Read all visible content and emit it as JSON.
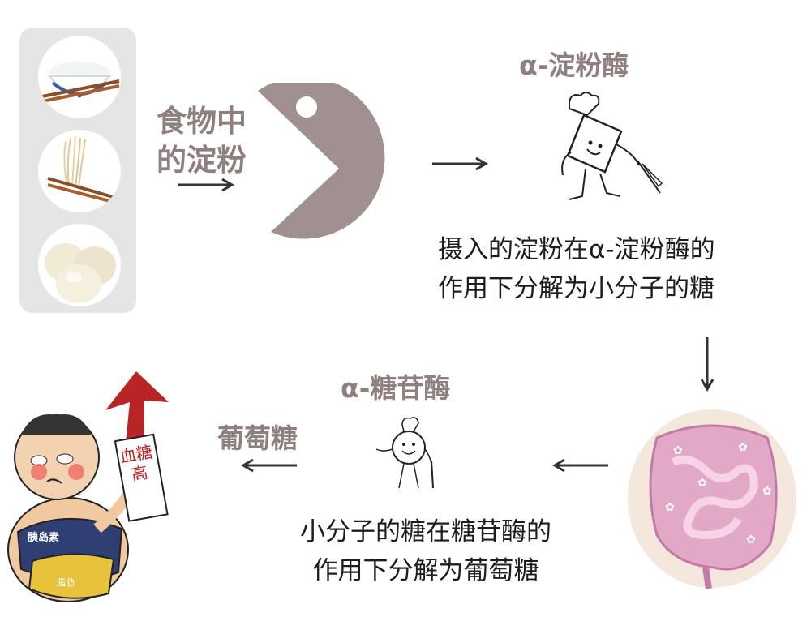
{
  "food": {
    "items": [
      "rice-bowl",
      "noodles",
      "steamed-buns"
    ],
    "label_line1": "食物中",
    "label_line2": "的淀粉"
  },
  "enzyme1": {
    "name": "α-淀粉酶",
    "desc_line1": "摄入的淀粉在α-淀粉酶的",
    "desc_line2": "作用下分解为小分子的糖"
  },
  "enzyme2": {
    "name": "α-糖苷酶",
    "desc_line1": "小分子的糖在糖苷酶的",
    "desc_line2": "作用下分解为葡萄糖"
  },
  "glucose": {
    "label": "葡萄糖"
  },
  "person": {
    "sign_text": "血糖高",
    "belly_text": "胰岛素",
    "pants_text": "脂肪"
  },
  "colors": {
    "pacman": "#a09190",
    "label_gray": "#8f7f7e",
    "panel": "#e6e5e5",
    "arrow": "#333333",
    "red_arrow": "#b92424"
  }
}
